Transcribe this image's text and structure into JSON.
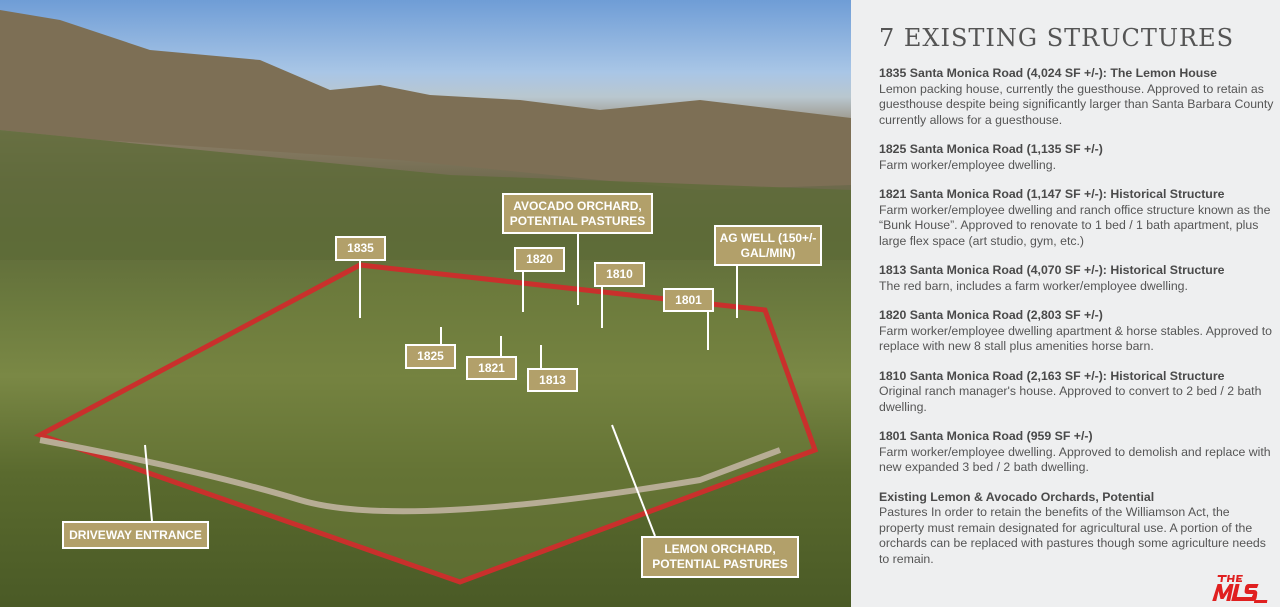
{
  "labels": {
    "l1835": "1835",
    "avocado": "AVOCADO ORCHARD, POTENTIAL PASTURES",
    "l1820": "1820",
    "l1810": "1810",
    "agwell": "AG WELL (150+/- GAL/MIN)",
    "l1801": "1801",
    "l1825": "1825",
    "l1821": "1821",
    "l1813": "1813",
    "driveway": "DRIVEWAY ENTRANCE",
    "lemon": "LEMON ORCHARD, POTENTIAL PASTURES"
  },
  "panel": {
    "title": "7 EXISTING STRUCTURES",
    "items": [
      {
        "heading": "1835 Santa Monica Road (4,024 SF +/-): The Lemon House",
        "body": "Lemon packing house, currently the guesthouse. Approved to retain as guesthouse despite being significantly larger than Santa Barbara County currently allows for a guesthouse."
      },
      {
        "heading": "1825 Santa Monica Road (1,135 SF +/-)",
        "body": "Farm worker/employee dwelling."
      },
      {
        "heading": "1821 Santa Monica Road (1,147 SF +/-): Historical Structure",
        "body": "Farm worker/employee dwelling and ranch office structure known as the “Bunk House”. Approved to renovate to 1 bed / 1 bath apartment, plus large flex space (art studio, gym, etc.)"
      },
      {
        "heading": "1813 Santa Monica Road (4,070 SF +/-): Historical Structure",
        "body": "The red barn, includes a farm worker/employee dwelling."
      },
      {
        "heading": "1820 Santa Monica Road (2,803 SF +/-)",
        "body": "Farm worker/employee dwelling apartment & horse stables. Approved to replace with new 8 stall plus amenities horse barn."
      },
      {
        "heading": "1810 Santa Monica Road (2,163 SF +/-): Historical Structure",
        "body": "Original ranch manager's house. Approved to convert to 2 bed / 2 bath dwelling."
      },
      {
        "heading": "1801 Santa Monica Road (959 SF +/-)",
        "body": "Farm worker/employee dwelling. Approved to demolish and replace with new expanded 3 bed / 2 bath dwelling."
      },
      {
        "heading": "Existing Lemon & Avocado Orchards, Potential",
        "body": "Pastures In order to retain the benefits of the Williamson Act, the property must remain designated for agricultural use. A portion of the orchards can be replaced with pastures though some agriculture needs to remain."
      }
    ]
  },
  "logo": {
    "text": "THE MLS .COM"
  }
}
